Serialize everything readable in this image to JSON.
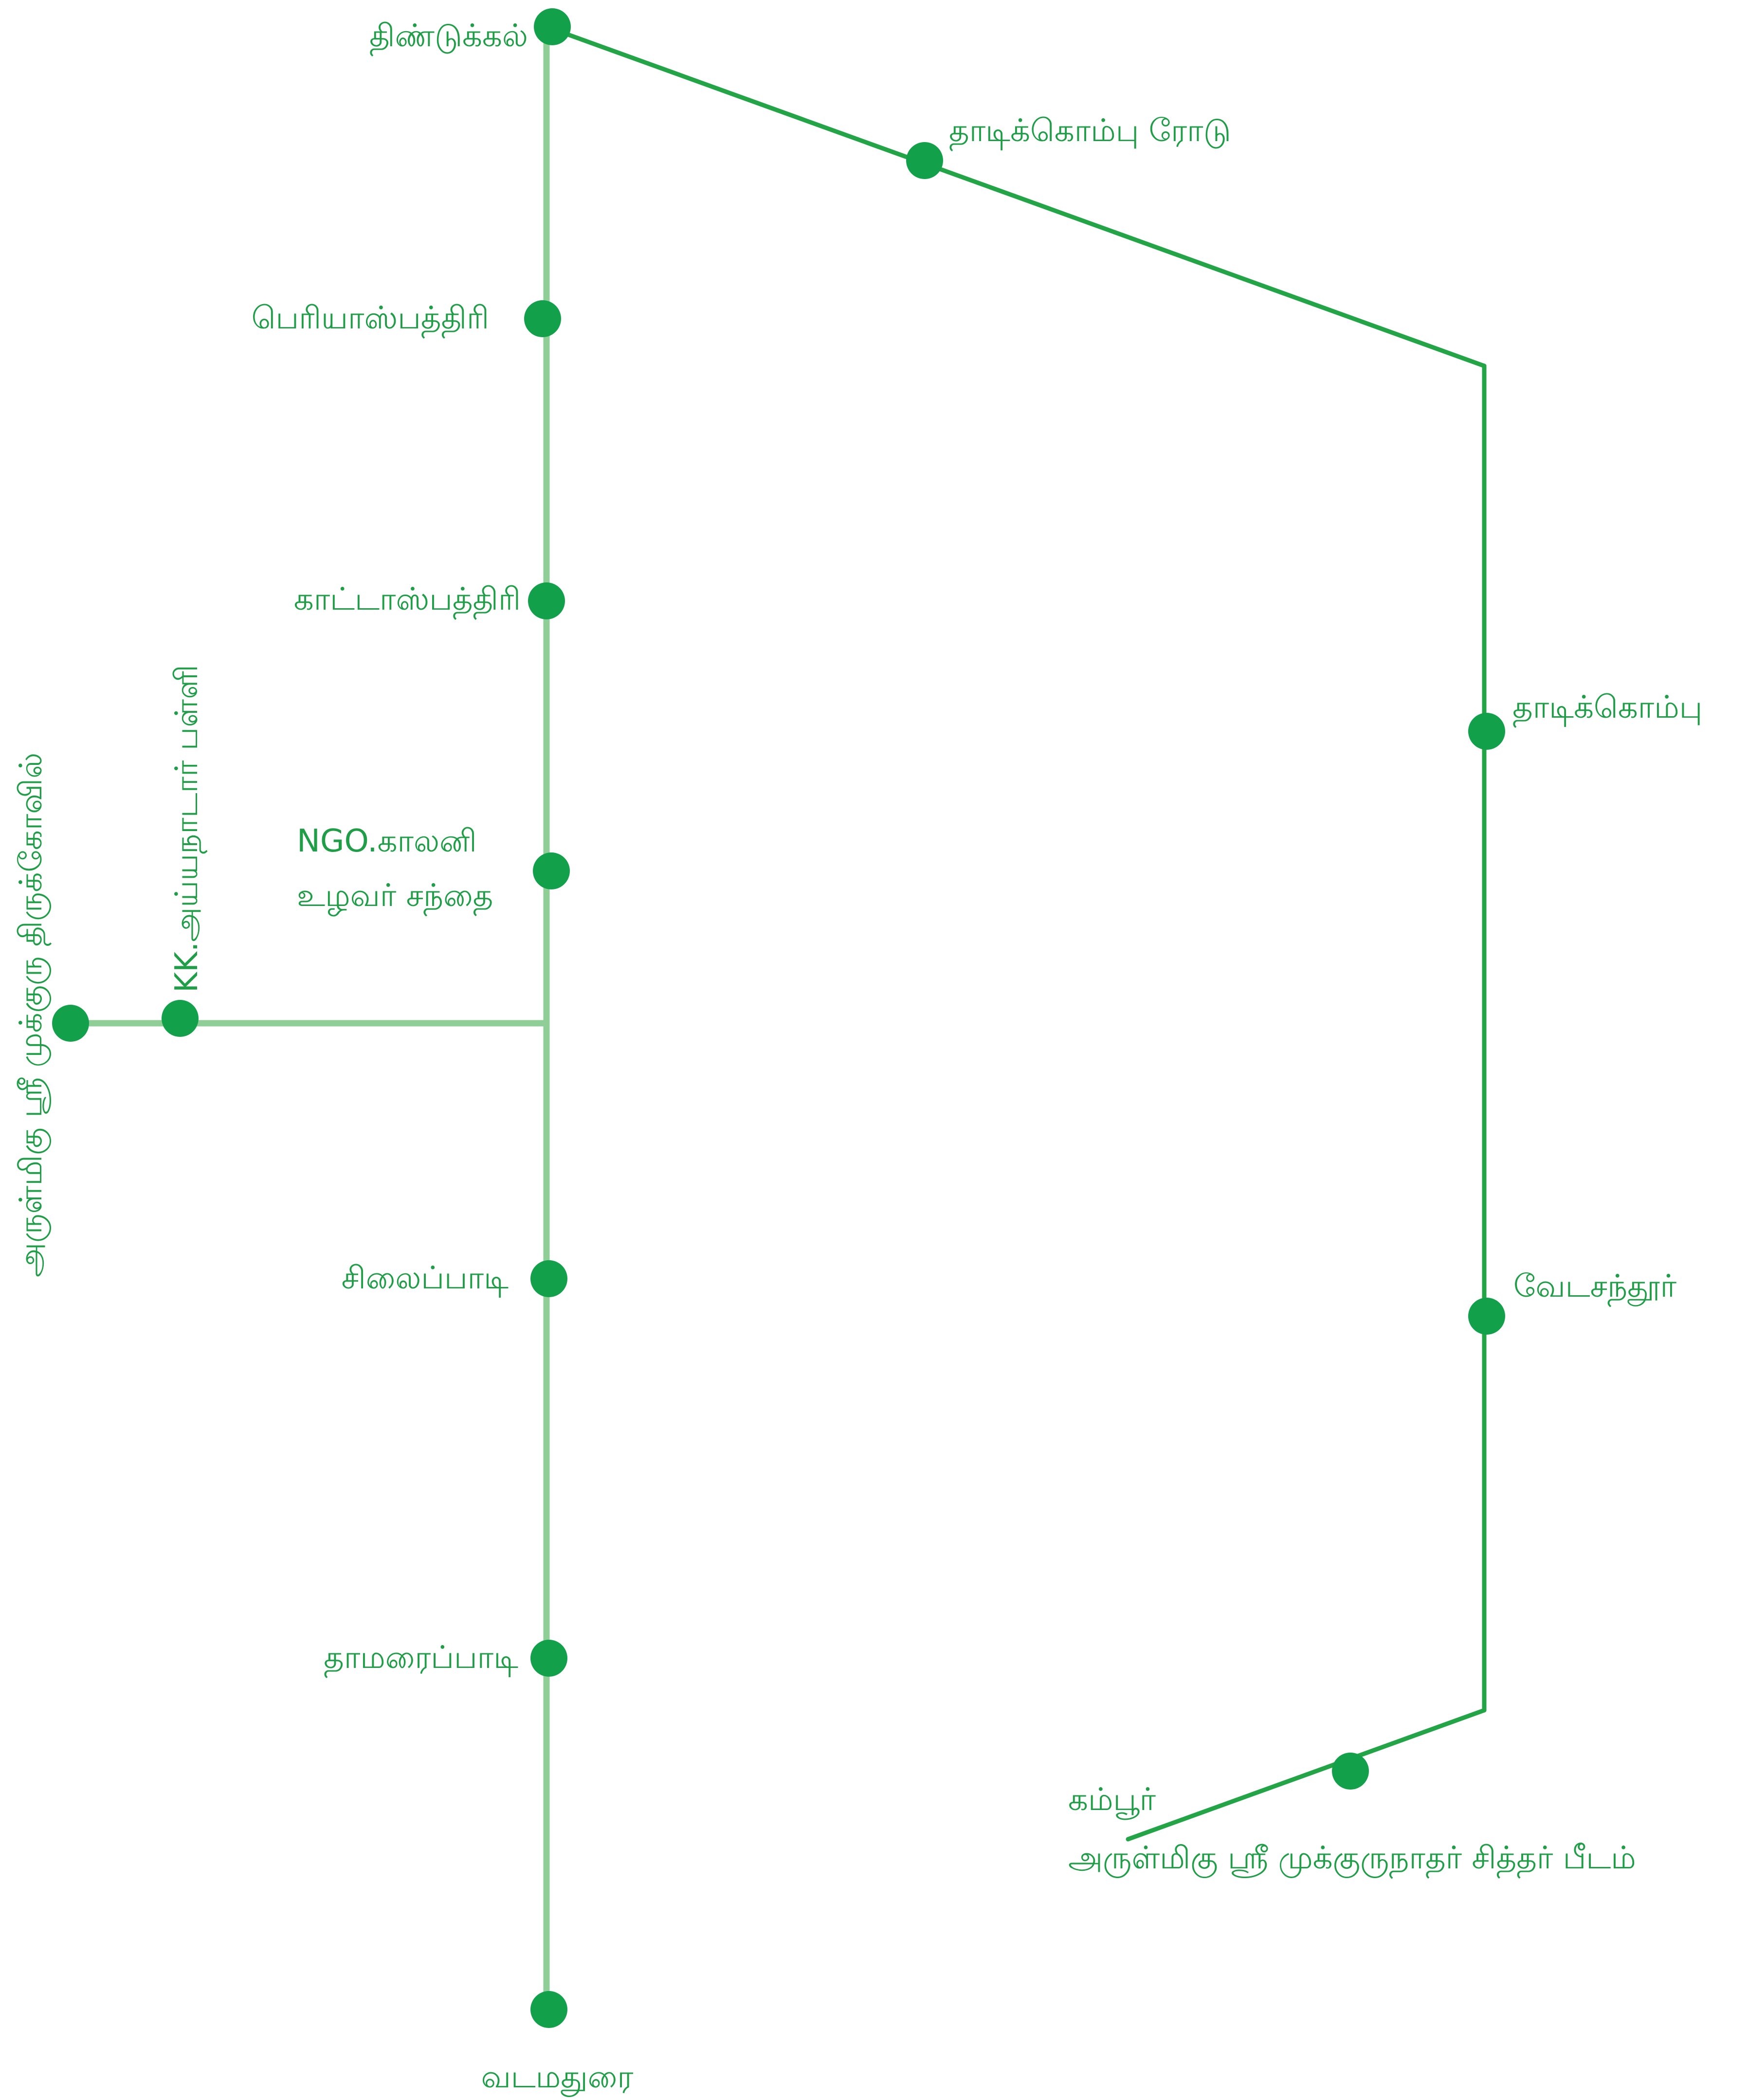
{
  "colors": {
    "route": "#22a447",
    "trunk": "#8fcf97",
    "stop": "#12a14a",
    "label": "#1f9d47",
    "background": "#ffffff"
  },
  "stops": {
    "dindigul": "திண்டுக்கல்",
    "thadikombu_road": "தாடிக்கொம்பு ரோடு",
    "periyar_hospital": "பெரியாஸ்பத்திரி",
    "katti_hospital": "காட்டாஸ்பத்திரி",
    "ngo_colony": "NGO.காலனி",
    "uzhavar_sandhai": "உழவர் சந்தை",
    "kk_school": "KK.அய்யநாடார் பள்ளி",
    "temple": "அருள்மிகு ஸ்ரீ முக்குரு திருக்கோவில்",
    "silaipadi": "சிலைப்பாடி",
    "thamaraipadi": "தாமரைப்பாடி",
    "vadamadurai": "வடமதுரை",
    "thadikombu": "தாடிக்கொம்பு",
    "vedasandur": "வேடசந்தூர்",
    "kambur": "கம்பூர்",
    "peedam": "அருள்மிகு ஸ்ரீ முக்குருநாதர் சித்தர் பீடம்"
  }
}
